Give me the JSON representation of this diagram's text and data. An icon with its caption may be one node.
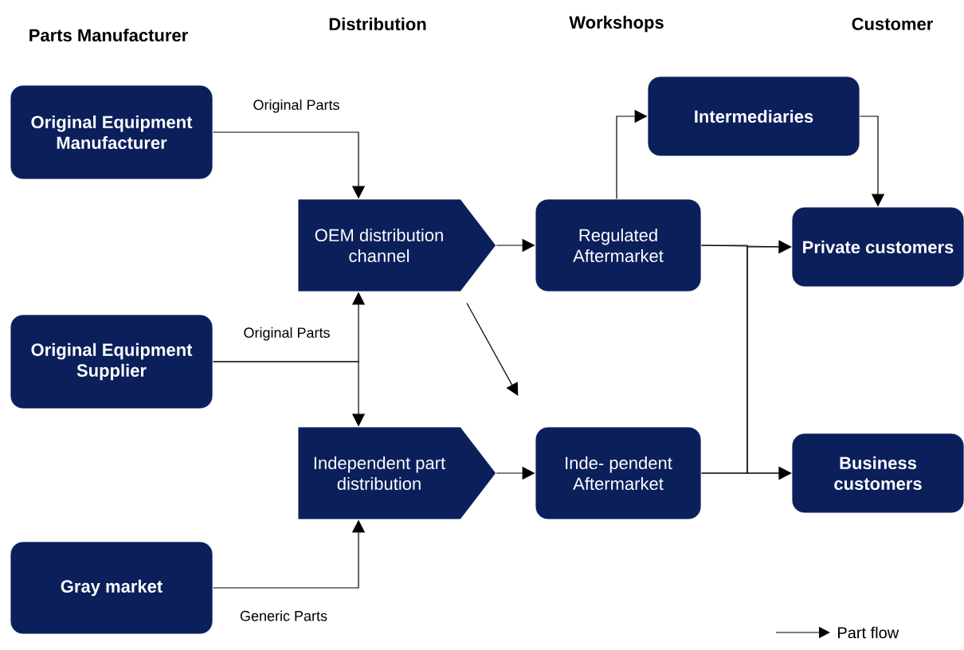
{
  "diagram": {
    "nodes": [
      {
        "text": [
          "Original Equipment Manufacturer"
        ]
      },
      {
        "text": [
          "Original Equipment Supplier"
        ]
      },
      {
        "text": [
          "Gray market"
        ]
      },
      {
        "text": [
          "OEM distribution channel"
        ]
      },
      {
        "text": [
          "Independent part distribution"
        ]
      },
      {
        "text": [
          "Regulated Aftermarket"
        ]
      },
      {
        "text": [
          "Inde- pendent Aftermarket"
        ]
      },
      {
        "text": [
          "Intermediaries"
        ]
      },
      {
        "text": [
          "Private customers"
        ]
      },
      {
        "text": [
          "Business customers"
        ]
      }
    ],
    "edges": [
      {
        "from": 0,
        "to": 3,
        "arrow": "to",
        "label": "Original Parts"
      },
      {
        "from": 1,
        "to": 3,
        "arrow": "to",
        "label": "Original Parts"
      },
      {
        "from": 1,
        "to": 4,
        "arrow": "to"
      },
      {
        "from": 2,
        "to": 4,
        "arrow": "to",
        "label": "Generic Parts"
      },
      {
        "from": 3,
        "to": 5,
        "arrow": "to"
      },
      {
        "from": 4,
        "to": 6,
        "arrow": "to"
      },
      {
        "from": 3,
        "to": 6,
        "arrow": "to"
      },
      {
        "from": 5,
        "to": 7,
        "arrow": "to"
      },
      {
        "from": 7,
        "to": 8,
        "arrow": "to"
      },
      {
        "from": 5,
        "to": 8,
        "arrow": "to"
      },
      {
        "from": 5,
        "to": 9,
        "arrow": "to"
      },
      {
        "from": 6,
        "to": 8,
        "arrow": "to"
      },
      {
        "from": 6,
        "to": 9,
        "arrow": "to"
      }
    ],
    "labels": [
      "Parts Manufacturer",
      "Distribution",
      "Workshops",
      "Customer"
    ],
    "legend": [
      {
        "text": "Part flow"
      }
    ]
  }
}
